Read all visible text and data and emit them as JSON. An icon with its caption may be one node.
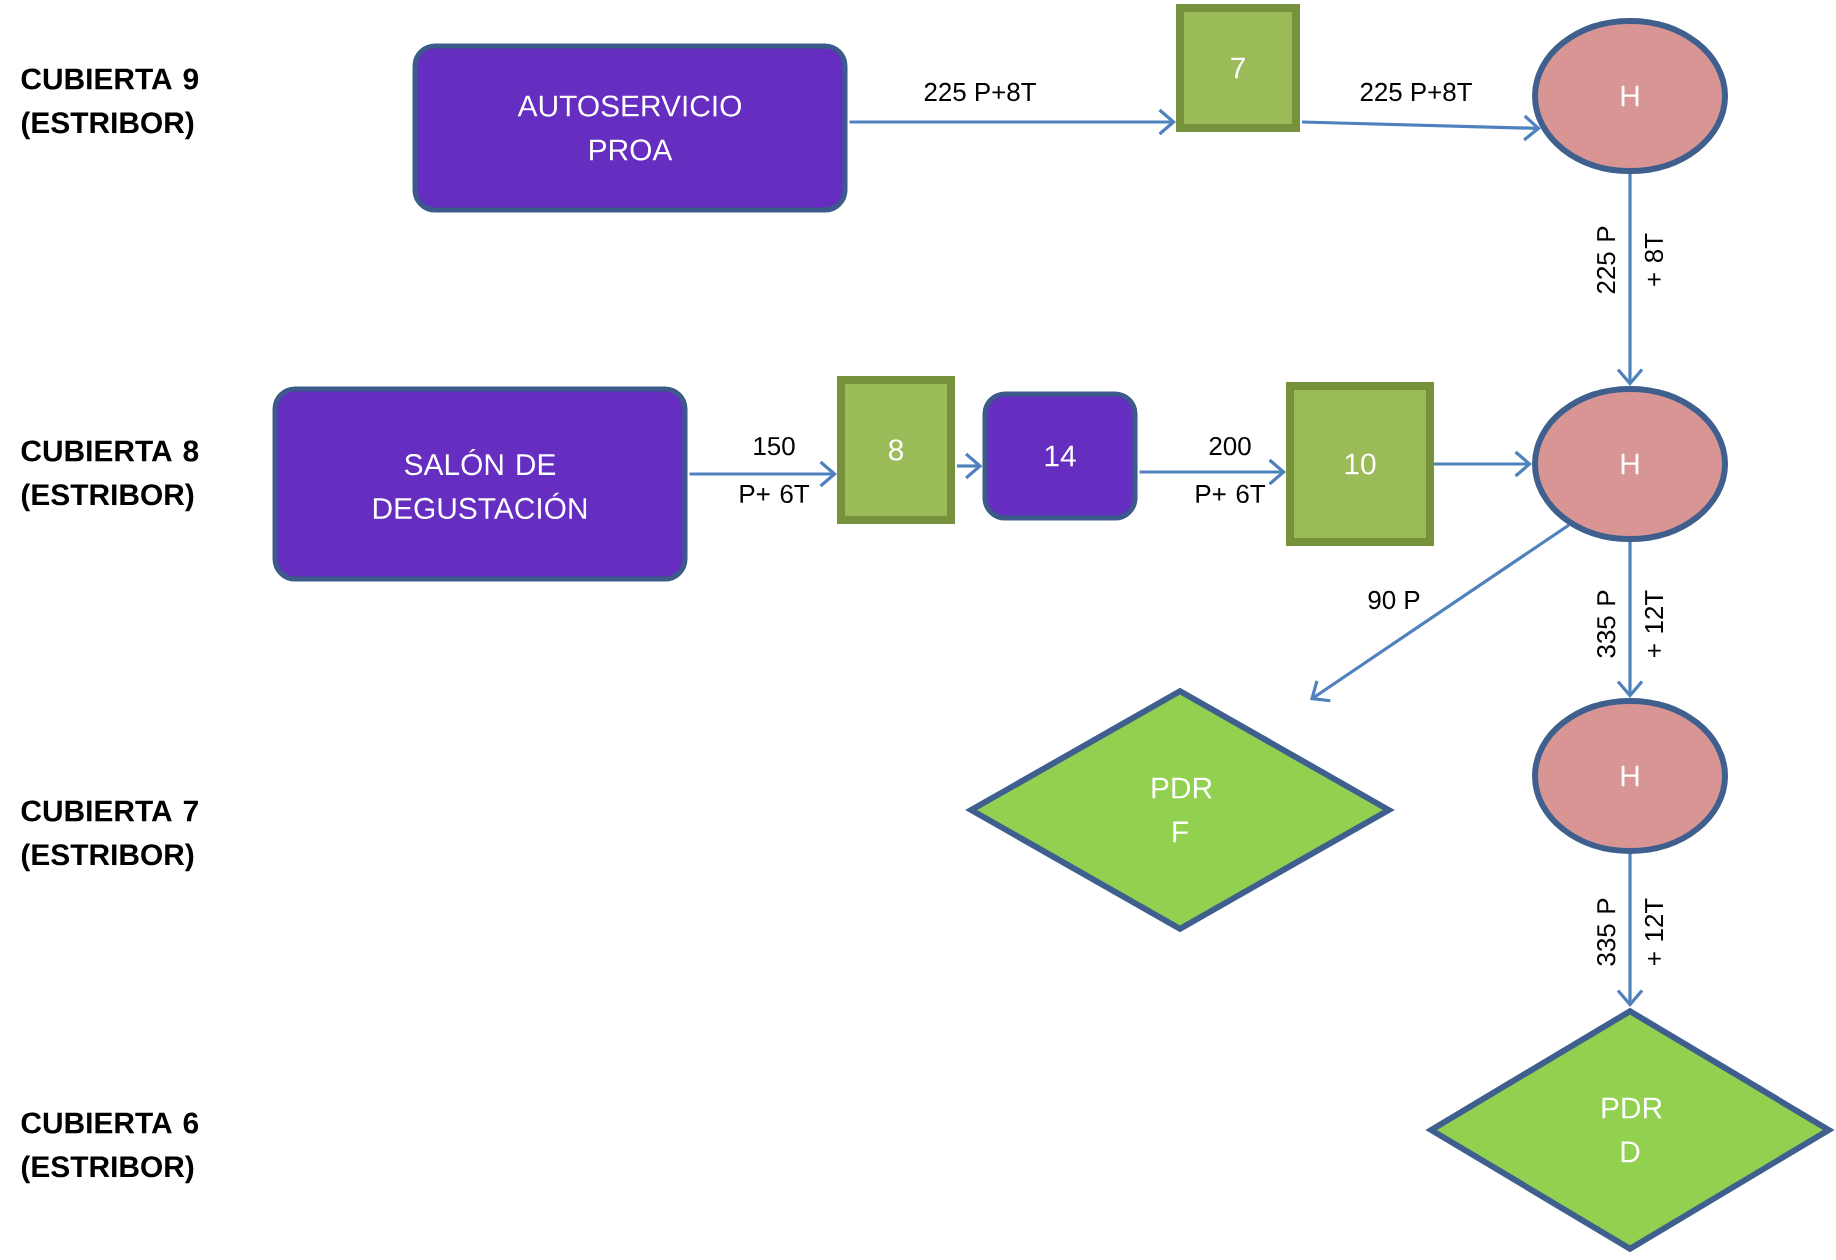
{
  "diagram": {
    "nodes": [
      {
        "text": [
          "AUTOSERVICIO PROA"
        ]
      },
      {
        "text": [
          "7"
        ]
      },
      {
        "text": [
          "H"
        ]
      },
      {
        "text": [
          "SALÓN DE DEGUSTACIÓN"
        ]
      },
      {
        "text": [
          "8"
        ]
      },
      {
        "text": [
          "14"
        ]
      },
      {
        "text": [
          "10"
        ]
      },
      {
        "text": [
          "H"
        ]
      },
      {
        "text": [
          "H"
        ]
      },
      {
        "text": [
          "PDR F"
        ]
      },
      {
        "text": [
          "PDR D"
        ]
      }
    ],
    "edges": [
      {
        "from": 0,
        "to": 1,
        "arrow": "to",
        "label": "225 P+8T"
      },
      {
        "from": 1,
        "to": 2,
        "arrow": "to",
        "label": "225 P+8T"
      },
      {
        "from": 2,
        "to": 7,
        "arrow": "to",
        "label": "225 P + 8T"
      },
      {
        "from": 3,
        "to": 4,
        "arrow": "to",
        "label": "150 P+ 6T"
      },
      {
        "from": 4,
        "to": 5,
        "arrow": "to"
      },
      {
        "from": 5,
        "to": 6,
        "arrow": "to",
        "label": "200 P+ 6T"
      },
      {
        "from": 6,
        "to": 7,
        "arrow": "to"
      },
      {
        "from": 7,
        "to": 9,
        "arrow": "to",
        "label": "90 P"
      },
      {
        "from": 7,
        "to": 8,
        "arrow": "to",
        "label": "335 P + 12T"
      },
      {
        "from": 8,
        "to": 10,
        "arrow": "to",
        "label": "335 P + 12T"
      }
    ],
    "labels": [
      "CUBIERTA 9 (ESTRIBOR)",
      "CUBIERTA 8 (ESTRIBOR)",
      "CUBIERTA 7 (ESTRIBOR)",
      "CUBIERTA 6 (ESTRIBOR)"
    ]
  }
}
